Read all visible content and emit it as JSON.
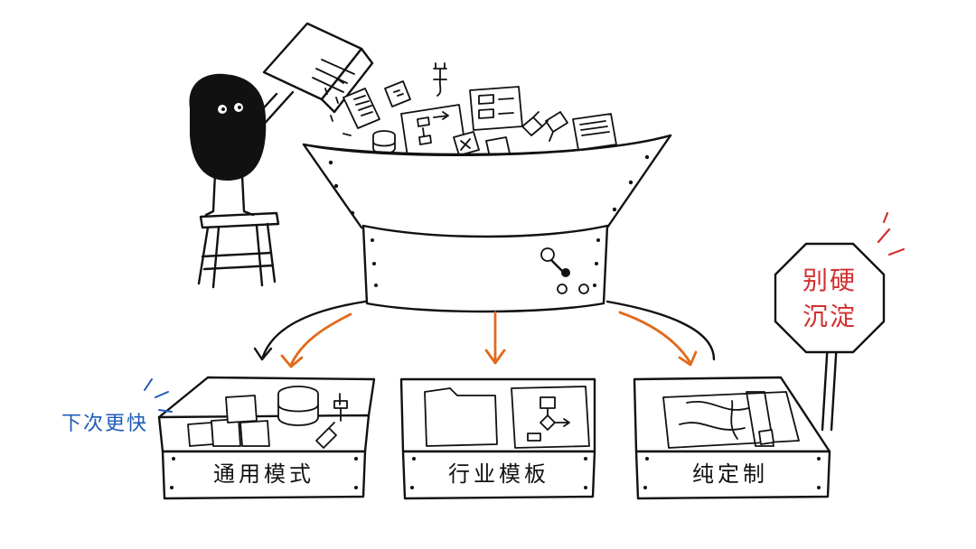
{
  "boxes": [
    {
      "label": "通用模式"
    },
    {
      "label": "行业模板"
    },
    {
      "label": "纯定制"
    }
  ],
  "sign": {
    "line1": "别硬",
    "line2": "沉淀",
    "color": "#d32f2f"
  },
  "note": {
    "text": "下次更快",
    "color": "#1e5bb8"
  },
  "colors": {
    "arrow": "#e06a1b",
    "ink": "#111111"
  }
}
